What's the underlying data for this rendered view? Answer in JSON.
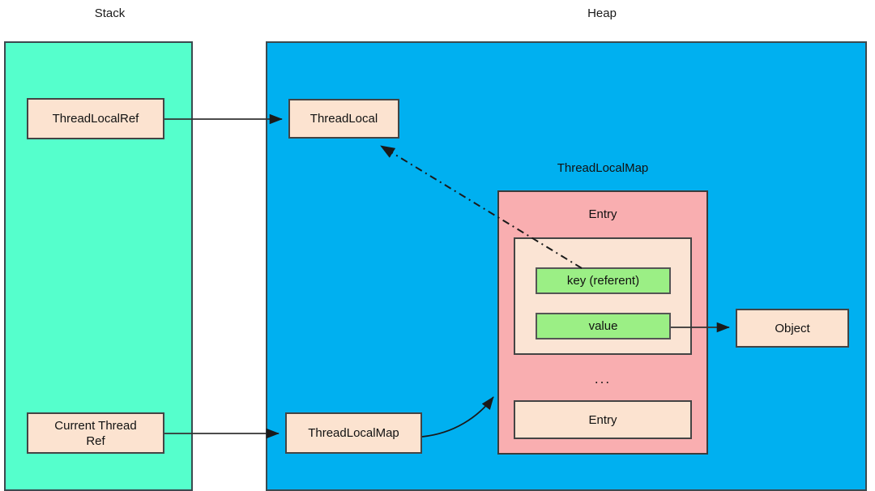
{
  "diagram": {
    "title_stack": "Stack",
    "title_heap": "Heap",
    "regions": {
      "stack": {
        "label": "Stack",
        "color": "#55FFCC"
      },
      "heap": {
        "label": "Heap",
        "color": "#00B0F0"
      }
    },
    "nodes": {
      "thread_local_ref": "ThreadLocalRef",
      "current_thread_ref": "Current Thread\nRef",
      "thread_local": "ThreadLocal",
      "thread_local_map_box": "ThreadLocalMap",
      "thread_local_map_label": "ThreadLocalMap",
      "entry_top": "Entry",
      "entry_bottom": "Entry",
      "key": "key (referent)",
      "value": "value",
      "object": "Object",
      "ellipsis": "..."
    },
    "colors": {
      "stack_fill": "#55FFCC",
      "heap_fill": "#00B0F0",
      "node_fill": "#FCE3D0",
      "map_fill": "#F9AEB0",
      "slot_fill": "#9BEF85",
      "stroke": "#3b4a4f",
      "arrow": "#222222"
    },
    "edges": [
      {
        "name": "threadlocalref-to-threadlocal",
        "style": "solid",
        "from": "ThreadLocalRef",
        "to": "ThreadLocal"
      },
      {
        "name": "key-to-threadlocal-weak",
        "style": "dash-dot",
        "from": "key (referent)",
        "to": "ThreadLocal"
      },
      {
        "name": "value-to-object",
        "style": "solid",
        "from": "value",
        "to": "Object"
      },
      {
        "name": "currentthreadref-to-threadlocalmap",
        "style": "solid",
        "from": "Current Thread Ref",
        "to": "ThreadLocalMap"
      },
      {
        "name": "threadlocalmap-to-map-container",
        "style": "curved",
        "from": "ThreadLocalMap",
        "to": "ThreadLocalMap container"
      }
    ]
  }
}
